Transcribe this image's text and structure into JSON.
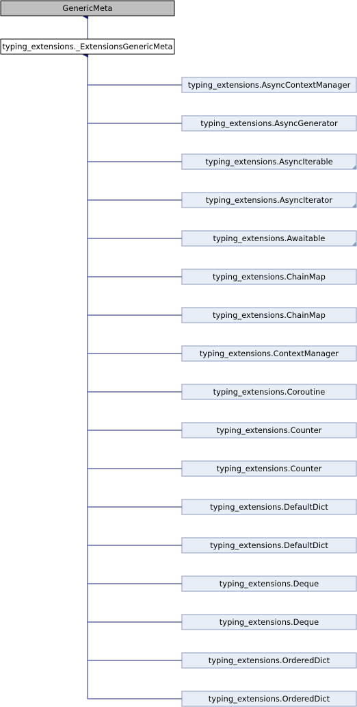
{
  "diagram": {
    "root": {
      "label": "GenericMeta"
    },
    "parent": {
      "label": "typing_extensions._ExtensionsGenericMeta"
    },
    "children": [
      {
        "label": "typing_extensions.AsyncContextManager",
        "has_more": false
      },
      {
        "label": "typing_extensions.AsyncGenerator",
        "has_more": false
      },
      {
        "label": "typing_extensions.AsyncIterable",
        "has_more": true
      },
      {
        "label": "typing_extensions.AsyncIterator",
        "has_more": true
      },
      {
        "label": "typing_extensions.Awaitable",
        "has_more": true
      },
      {
        "label": "typing_extensions.ChainMap",
        "has_more": false
      },
      {
        "label": "typing_extensions.ChainMap",
        "has_more": false
      },
      {
        "label": "typing_extensions.ContextManager",
        "has_more": false
      },
      {
        "label": "typing_extensions.Coroutine",
        "has_more": false
      },
      {
        "label": "typing_extensions.Counter",
        "has_more": false
      },
      {
        "label": "typing_extensions.Counter",
        "has_more": false
      },
      {
        "label": "typing_extensions.DefaultDict",
        "has_more": false
      },
      {
        "label": "typing_extensions.DefaultDict",
        "has_more": false
      },
      {
        "label": "typing_extensions.Deque",
        "has_more": false
      },
      {
        "label": "typing_extensions.Deque",
        "has_more": false
      },
      {
        "label": "typing_extensions.OrderedDict",
        "has_more": false
      },
      {
        "label": "typing_extensions.OrderedDict",
        "has_more": false
      }
    ],
    "colors": {
      "root_fill": "#bfbfbf",
      "parent_fill": "#ffffff",
      "child_fill": "#e8eef7",
      "child_border": "#8a9abf",
      "node_border": "#000000",
      "edge": "#1a237e",
      "corner_marker": "#8a9abf"
    }
  }
}
